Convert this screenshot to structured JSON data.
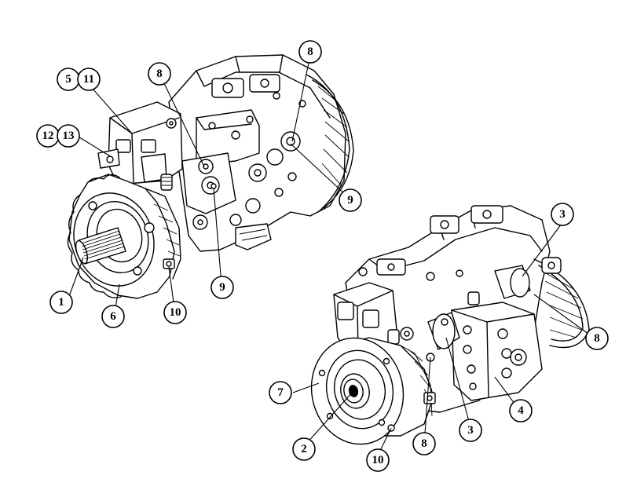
{
  "callouts": [
    {
      "id": "c1",
      "label": "1"
    },
    {
      "id": "c6",
      "label": "6"
    },
    {
      "id": "c10a",
      "label": "10"
    },
    {
      "id": "c9a",
      "label": "9"
    },
    {
      "id": "c9b",
      "label": "9"
    },
    {
      "id": "c8a",
      "label": "8"
    },
    {
      "id": "c8b",
      "label": "8"
    },
    {
      "id": "c5",
      "label": "5"
    },
    {
      "id": "c11",
      "label": "11"
    },
    {
      "id": "c12",
      "label": "12"
    },
    {
      "id": "c13",
      "label": "13"
    },
    {
      "id": "c3a",
      "label": "3"
    },
    {
      "id": "c8c",
      "label": "8"
    },
    {
      "id": "c4",
      "label": "4"
    },
    {
      "id": "c3b",
      "label": "3"
    },
    {
      "id": "c8d",
      "label": "8"
    },
    {
      "id": "c10b",
      "label": "10"
    },
    {
      "id": "c2",
      "label": "2"
    },
    {
      "id": "c7",
      "label": "7"
    }
  ]
}
